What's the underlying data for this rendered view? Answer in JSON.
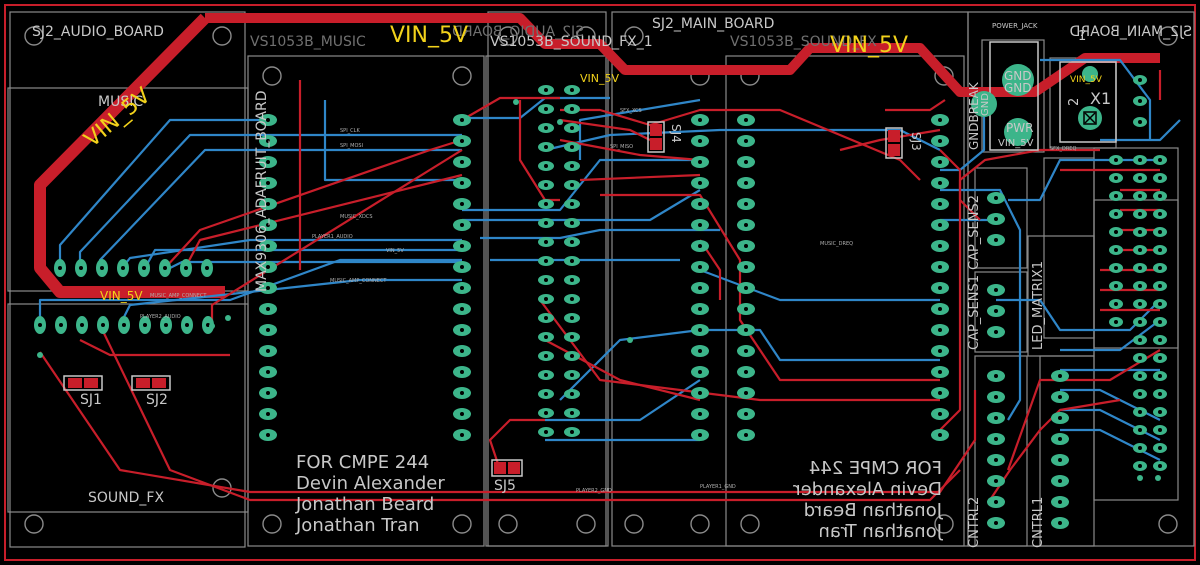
{
  "colors": {
    "background": "#000000",
    "outline": "#8a8a8a",
    "border_red": "#c81e2a",
    "top_trace": "#c81e2a",
    "bottom_trace": "#2f86c8",
    "pad": "#3cb58a",
    "silk": "#c8c8c8",
    "power_label": "#f2d21b",
    "tiny_label": "#b0b0b0"
  },
  "power_net": "VIN_5V",
  "modules": {
    "audio_board": "SJ2_AUDIO_BOARD",
    "audio_board_mirrored": "SJ2_AUDIO_BOARD",
    "music": "VS1053B_MUSIC",
    "sound_fx": "VS1053B_SOUND_FX_1",
    "main_board": "SJ2_MAIN_BOARD",
    "main_board_mirrored": "SJ2_MAIN_BOARD",
    "vs_right": "VS1053B_SOUND_FX",
    "amp": "MAX9306_ADAFRUIT_BOARD",
    "music_jack": "MUSIC",
    "sfx_jack": "SOUND_FX",
    "power_jack": "POWER_JACK",
    "gnd_break": "GNDBREAK",
    "cap_sens1": "CAP_SENS1",
    "cap_sens2": "CAP_SENS2",
    "led_matrix": "LED_MATRIX1",
    "cntrl1": "CNTRL1",
    "cntrl2": "CNTRL2",
    "x1": "X1",
    "jack_pin2": "2",
    "jack_pin1": "1"
  },
  "jumpers": [
    "SJ1",
    "SJ2",
    "SJ3",
    "SJ4",
    "SJ5"
  ],
  "power_labels": [
    "GND",
    "GND",
    "PWR",
    "VIN_5V",
    "GND"
  ],
  "credits": {
    "course": "FOR CMPE 244",
    "author1": "Devin Alexander",
    "author2": "Jonathan Beard",
    "author3": "Jonathan Tran"
  },
  "net_labels": {
    "n1": "MUSIC_AMP_CONNECT",
    "n2": "PLAYER2_AUDIO",
    "n3": "PLAYER1_AUDIO",
    "n4": "PLAYER2_GND",
    "n5": "PLAYER1_GND",
    "n6": "VIN_5V",
    "n7": "SPI_CLK",
    "n8": "SPI_MOSI",
    "n9": "SPI_MISO",
    "n10": "MUSIC_XDCS",
    "n11": "SFX_XCS",
    "n12": "MUSIC_DREQ",
    "n13": "SFX_DREQ",
    "n14": "MUSIC_AMP_CONNECT"
  }
}
